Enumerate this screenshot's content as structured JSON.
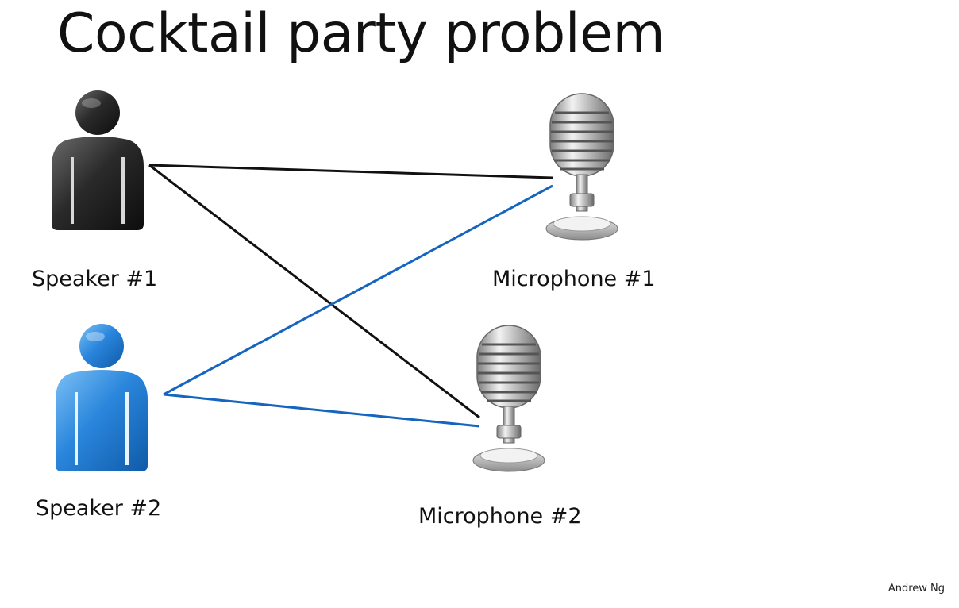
{
  "slide": {
    "title": "Cocktail party problem",
    "footer": "Andrew Ng"
  },
  "nodes": {
    "speaker_1": {
      "label": "Speaker #1",
      "icon": "person-icon",
      "color": "#2b2b2b"
    },
    "speaker_2": {
      "label": "Speaker #2",
      "icon": "person-icon",
      "color": "#1e73c9"
    },
    "microphone_1": {
      "label": "Microphone #1",
      "icon": "microphone-icon"
    },
    "microphone_2": {
      "label": "Microphone #2",
      "icon": "microphone-icon"
    }
  },
  "edges": [
    {
      "from": "speaker_1",
      "to": "microphone_1",
      "color": "#111111"
    },
    {
      "from": "speaker_1",
      "to": "microphone_2",
      "color": "#111111"
    },
    {
      "from": "speaker_2",
      "to": "microphone_1",
      "color": "#1565c0"
    },
    {
      "from": "speaker_2",
      "to": "microphone_2",
      "color": "#1565c0"
    }
  ]
}
